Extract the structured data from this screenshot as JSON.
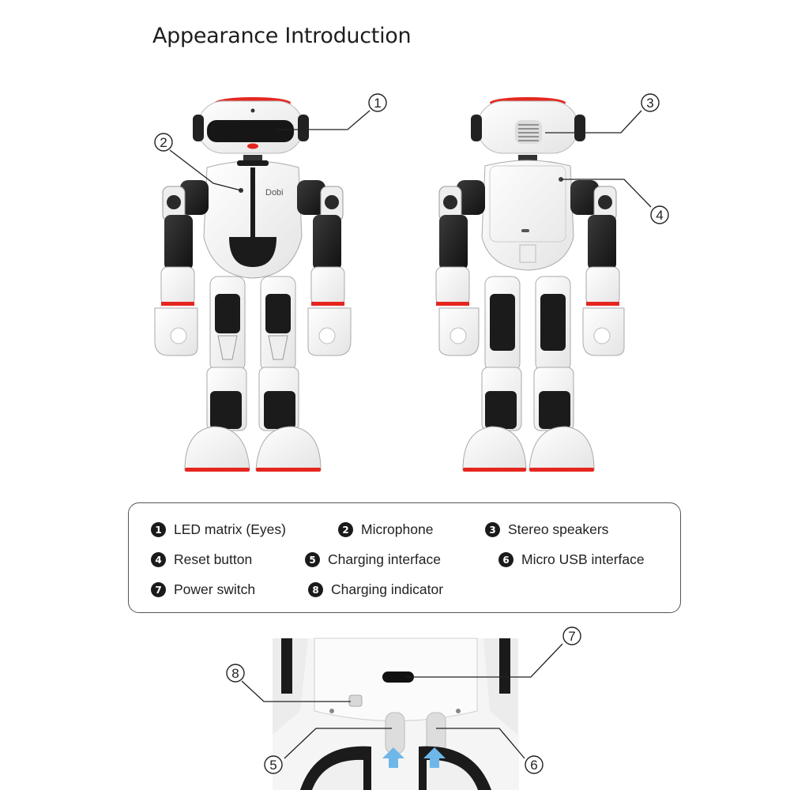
{
  "title": "Appearance Introduction",
  "brand_text": "Dobi",
  "callouts": [
    "1",
    "2",
    "3",
    "4",
    "5",
    "6",
    "7",
    "8"
  ],
  "legend": [
    {
      "num": "1",
      "label": "LED matrix (Eyes)"
    },
    {
      "num": "2",
      "label": "Microphone"
    },
    {
      "num": "3",
      "label": "Stereo speakers"
    },
    {
      "num": "4",
      "label": "Reset button"
    },
    {
      "num": "5",
      "label": "Charging interface"
    },
    {
      "num": "6",
      "label": "Micro USB interface"
    },
    {
      "num": "7",
      "label": "Power switch"
    },
    {
      "num": "8",
      "label": "Charging indicator"
    }
  ],
  "colors": {
    "accent_red": "#e5261f",
    "body_black": "#1b1b1b",
    "shell_white": "#f7f7f7",
    "arrow_blue": "#6fb7e8"
  }
}
